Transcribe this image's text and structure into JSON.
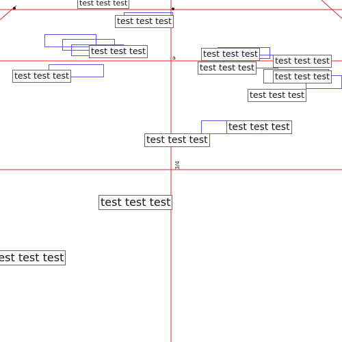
{
  "labels": [
    {
      "id": "l0",
      "text": "test test test"
    },
    {
      "id": "l1",
      "text": "test test test"
    },
    {
      "id": "l2",
      "text": "test test test"
    },
    {
      "id": "l3",
      "text": "test test test"
    },
    {
      "id": "l4",
      "text": "test test test"
    },
    {
      "id": "l5",
      "text": "test test test"
    },
    {
      "id": "l6",
      "text": "test test test"
    },
    {
      "id": "l7",
      "text": "test test test"
    },
    {
      "id": "l8",
      "text": "test test test"
    },
    {
      "id": "l9",
      "text": "test test test"
    },
    {
      "id": "l10",
      "text": "test test test"
    },
    {
      "id": "l11",
      "text": "test test test"
    },
    {
      "id": "l12",
      "text": "test test test"
    },
    {
      "id": "l13",
      "text": "test test test"
    }
  ],
  "marks": {
    "center_top": "•",
    "center_mid": "a",
    "axis_note": "3/4"
  },
  "colors": {
    "guide_line": "#dd2222",
    "bbox": "#5555dd",
    "label_border": "#666666"
  }
}
